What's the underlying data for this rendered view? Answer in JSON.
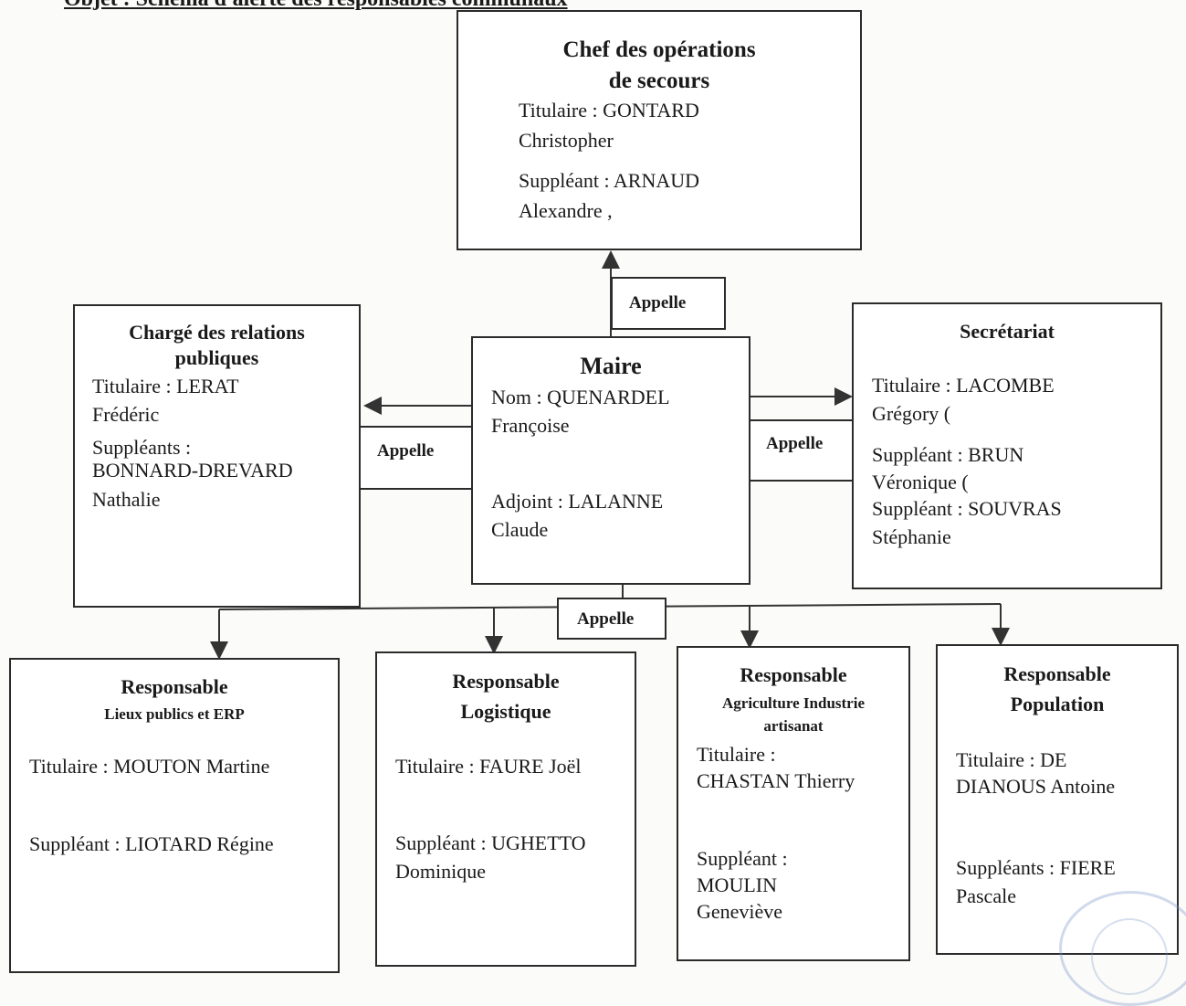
{
  "header": "Objet : Schéma d'alerte des responsables communaux",
  "edge_label": "Appelle",
  "chef": {
    "title_line1": "Chef des opérations",
    "title_line2": "de secours",
    "titulaire_line1": "Titulaire : GONTARD",
    "titulaire_line2": "Christopher",
    "suppleant_line1": "Suppléant : ARNAUD",
    "suppleant_line2": "Alexandre ,"
  },
  "relations": {
    "title_line1": "Chargé des relations",
    "title_line2": "publiques",
    "titulaire_line1": "Titulaire : LERAT",
    "titulaire_line2": "Frédéric",
    "suppleants_label": "Suppléants :",
    "suppleant_line1": "BONNARD-DREVARD",
    "suppleant_line2": "Nathalie"
  },
  "maire": {
    "title": "Maire",
    "nom_line1": "Nom : QUENARDEL",
    "nom_line2": "Françoise",
    "adjoint_line1": "Adjoint : LALANNE",
    "adjoint_line2": "Claude"
  },
  "secretariat": {
    "title": "Secrétariat",
    "titulaire_line1": "Titulaire : LACOMBE",
    "titulaire_line2": "Grégory (",
    "suppleant1_line1": "Suppléant : BRUN",
    "suppleant1_line2": "Véronique (",
    "suppleant2_line1": "Suppléant : SOUVRAS",
    "suppleant2_line2": "Stéphanie"
  },
  "lieux": {
    "title": "Responsable",
    "subtitle": "Lieux publics et ERP",
    "titulaire": "Titulaire : MOUTON Martine",
    "suppleant": "Suppléant : LIOTARD Régine"
  },
  "logistique": {
    "title_line1": "Responsable",
    "title_line2": "Logistique",
    "titulaire": "Titulaire : FAURE Joël",
    "suppleant_line1": "Suppléant : UGHETTO",
    "suppleant_line2": "Dominique"
  },
  "agriculture": {
    "title": "Responsable",
    "subtitle_line1": "Agriculture Industrie",
    "subtitle_line2": "artisanat",
    "titulaire_line1": "Titulaire :",
    "titulaire_line2": "CHASTAN Thierry",
    "suppleant_line1": "Suppléant :",
    "suppleant_line2": "MOULIN",
    "suppleant_line3": "Geneviève"
  },
  "population": {
    "title_line1": "Responsable",
    "title_line2": "Population",
    "titulaire_line1": "Titulaire : DE",
    "titulaire_line2": "DIANOUS Antoine",
    "suppleant_line1": "Suppléants : FIERE",
    "suppleant_line2": "Pascale"
  }
}
